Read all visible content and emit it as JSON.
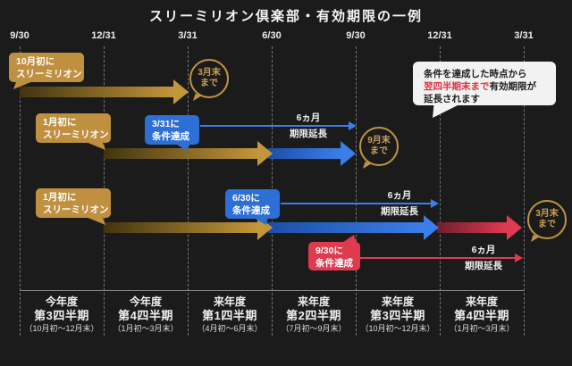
{
  "title": "スリーミリオン倶楽部・有効期限の一例",
  "timeline": {
    "dates": [
      "9/30",
      "12/31",
      "3/31",
      "6/30",
      "9/30",
      "12/31",
      "3/31"
    ]
  },
  "note": {
    "line1": "条件を達成した時点から",
    "highlight": "翌四半期末まで",
    "line2_rest": "有効期限が",
    "line3": "延長されます"
  },
  "rows": [
    {
      "start_label": {
        "line1": "10月初に",
        "line2": "スリーミリオン"
      },
      "end_label": {
        "line1": "3月末",
        "line2": "まで"
      }
    },
    {
      "start_label": {
        "line1": "1月初に",
        "line2": "スリーミリオン"
      },
      "achieve_label": {
        "line1": "3/31に",
        "line2": "条件達成"
      },
      "extension_label": {
        "line1": "6ヵ月",
        "line2": "期限延長"
      },
      "end_label": {
        "line1": "9月末",
        "line2": "まで"
      }
    },
    {
      "start_label": {
        "line1": "1月初に",
        "line2": "スリーミリオン"
      },
      "achieve_label": {
        "line1": "6/30に",
        "line2": "条件達成"
      },
      "extension_label": {
        "line1": "6ヵ月",
        "line2": "期限延長"
      },
      "achieve2_label": {
        "line1": "9/30に",
        "line2": "条件達成"
      },
      "extension2_label": {
        "line1": "6ヵ月",
        "line2": "期限延長"
      },
      "end_label": {
        "line1": "3月末",
        "line2": "まで"
      }
    }
  ],
  "quarters": [
    {
      "year": "今年度",
      "quarter": "第3四半期",
      "range": "（10月初～12月末）"
    },
    {
      "year": "今年度",
      "quarter": "第4四半期",
      "range": "（1月初～3月末）"
    },
    {
      "year": "来年度",
      "quarter": "第1四半期",
      "range": "（4月初～6月末）"
    },
    {
      "year": "来年度",
      "quarter": "第2四半期",
      "range": "（7月初～9月末）"
    },
    {
      "year": "来年度",
      "quarter": "第3四半期",
      "range": "（10月初～12月末）"
    },
    {
      "year": "来年度",
      "quarter": "第4四半期",
      "range": "（1月初～3月末）"
    }
  ],
  "colors": {
    "bg": "#1b1b1c",
    "grid": "#757575",
    "line": "#8a8a8a",
    "gold": "#c2963a",
    "gold_dark": "#42340f",
    "gold_bubble": "#bf9040",
    "blue": "#3b7ee8",
    "blue_dark": "#1c4fa8",
    "blue_bubble": "#2d6fd4",
    "red": "#e03a50",
    "red_dark": "#6f1f2e",
    "red_bubble": "#df3a4e",
    "circle_outline": "#bf9440",
    "circle_text": "#cba155",
    "note_bg": "#f2f2f2",
    "note_text": "#1d1d1d",
    "note_highlight": "#e0303f"
  }
}
